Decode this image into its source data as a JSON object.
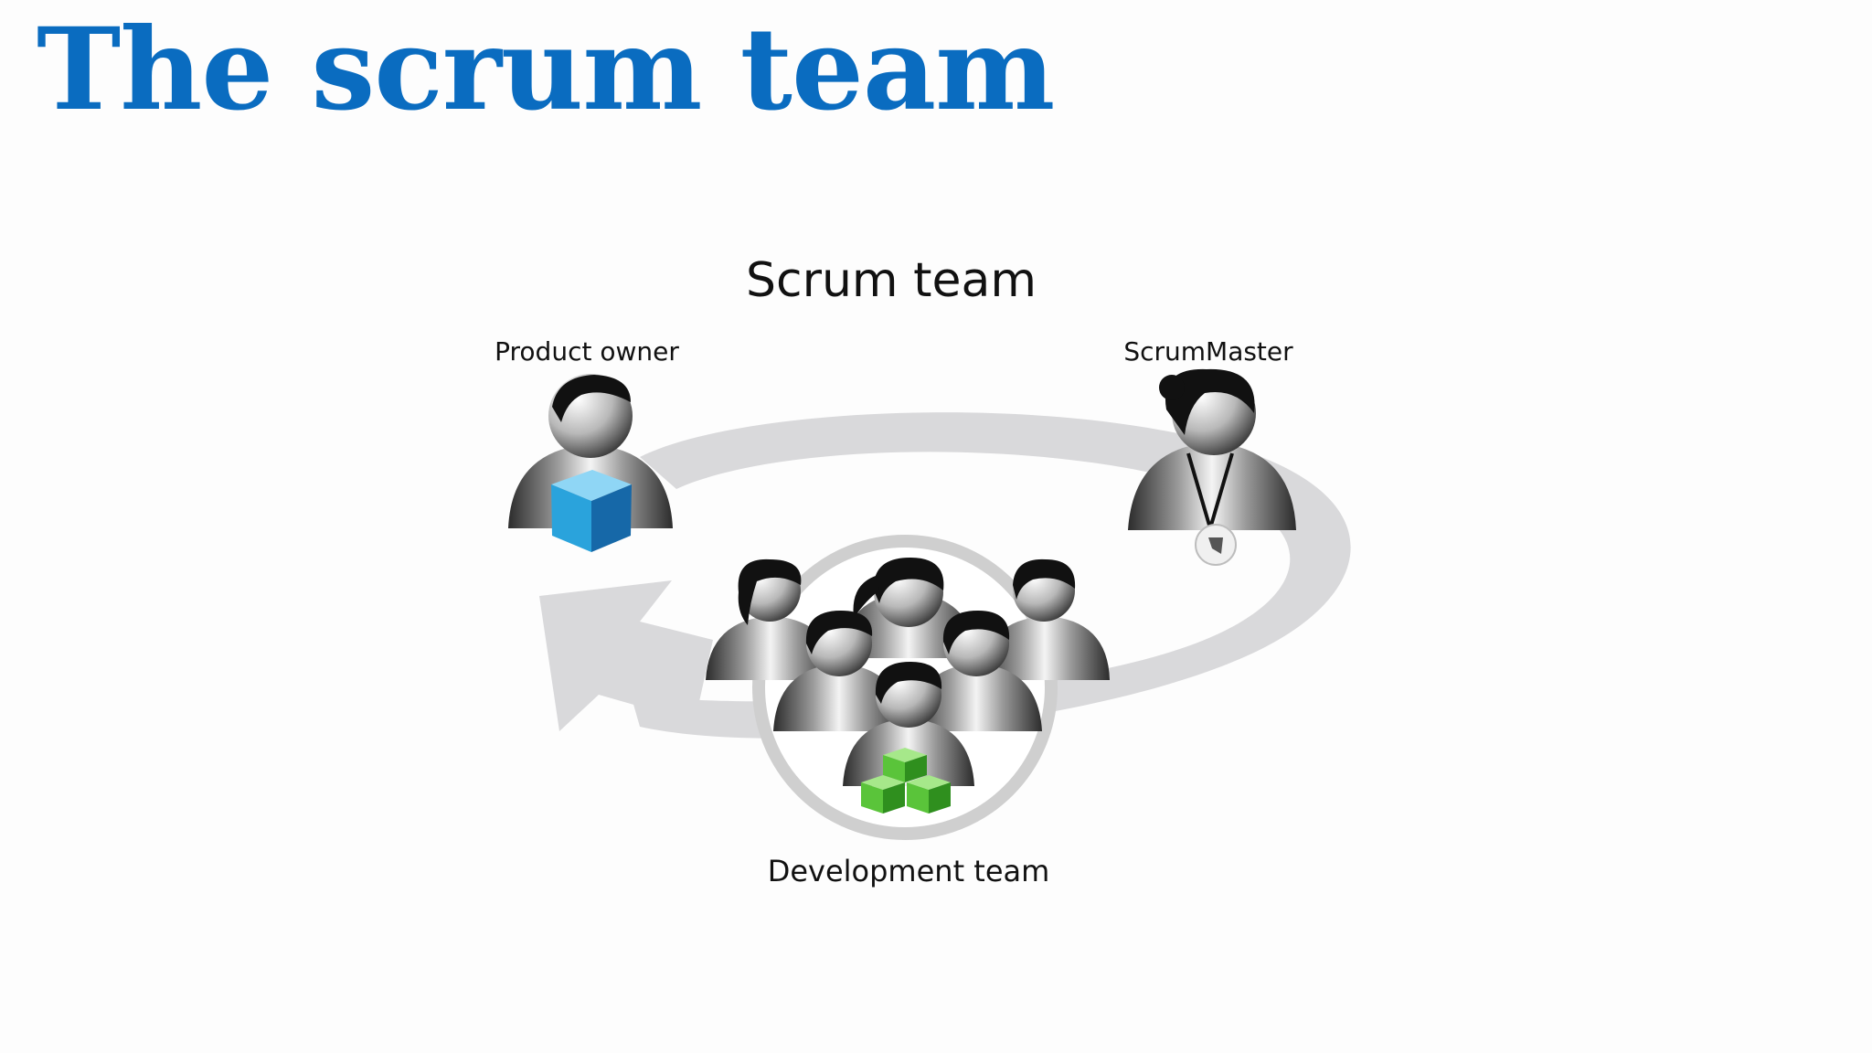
{
  "slide": {
    "title": "The scrum team",
    "title_color": "#0a6cc0"
  },
  "diagram": {
    "heading": "Scrum team",
    "roles": {
      "product_owner": "Product owner",
      "scrum_master": "ScrumMaster",
      "development_team": "Development team"
    },
    "colors": {
      "cycle_arrow": "#d9d9db",
      "product_cube": "#2aa3dc",
      "team_cubes": "#5ac43a",
      "figure_dark": "#111111"
    },
    "icons": {
      "product_owner": "person-with-blue-cube-icon",
      "scrum_master": "person-with-whistle-icon",
      "development_team": "group-with-green-cubes-icon",
      "cycle": "circular-arrow-icon"
    }
  }
}
